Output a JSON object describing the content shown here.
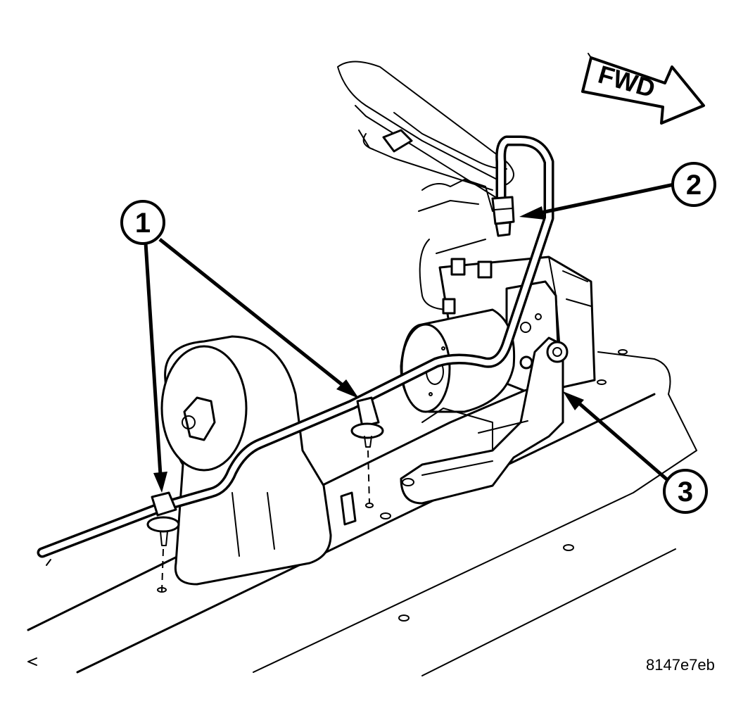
{
  "figure": {
    "id_label": "8147e7eb",
    "direction_label": "FWD"
  },
  "callouts": [
    {
      "number": "1",
      "target": "brake line retaining clips"
    },
    {
      "number": "2",
      "target": "brake line tube nut"
    },
    {
      "number": "3",
      "target": "mounting bracket"
    }
  ]
}
